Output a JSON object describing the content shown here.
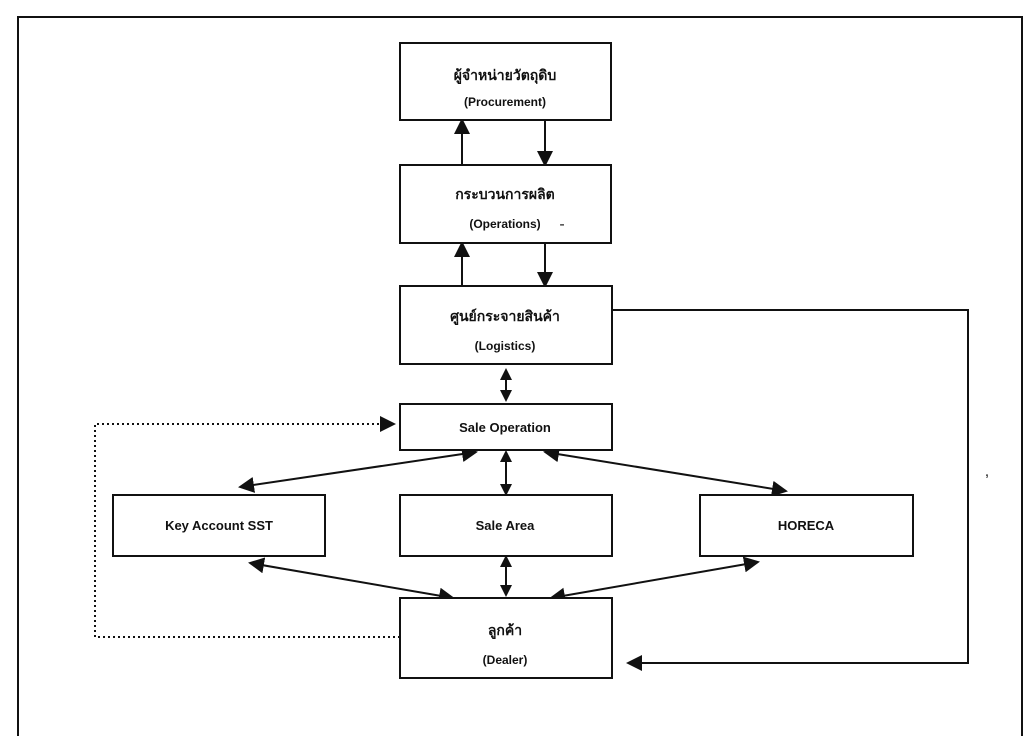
{
  "diagram": {
    "nodes": {
      "procurement": {
        "label": "ผู้จำหน่ายวัตถุดิบ",
        "sublabel": "(Procurement)"
      },
      "operations": {
        "label": "กระบวนการผลิต",
        "sublabel": "(Operations)"
      },
      "logistics": {
        "label": "ศูนย์กระจายสินค้า",
        "sublabel": "(Logistics)"
      },
      "sale_operation": {
        "label": "Sale Operation"
      },
      "key_account": {
        "label": "Key Account SST"
      },
      "sale_area": {
        "label": "Sale Area"
      },
      "horeca": {
        "label": "HORECA"
      },
      "dealer": {
        "label": "ลูกค้า",
        "sublabel": "(Dealer)"
      }
    },
    "stray_marks": {
      "dash": "-",
      "comma": ","
    },
    "colors": {
      "line": "#111111",
      "background": "#ffffff"
    }
  }
}
